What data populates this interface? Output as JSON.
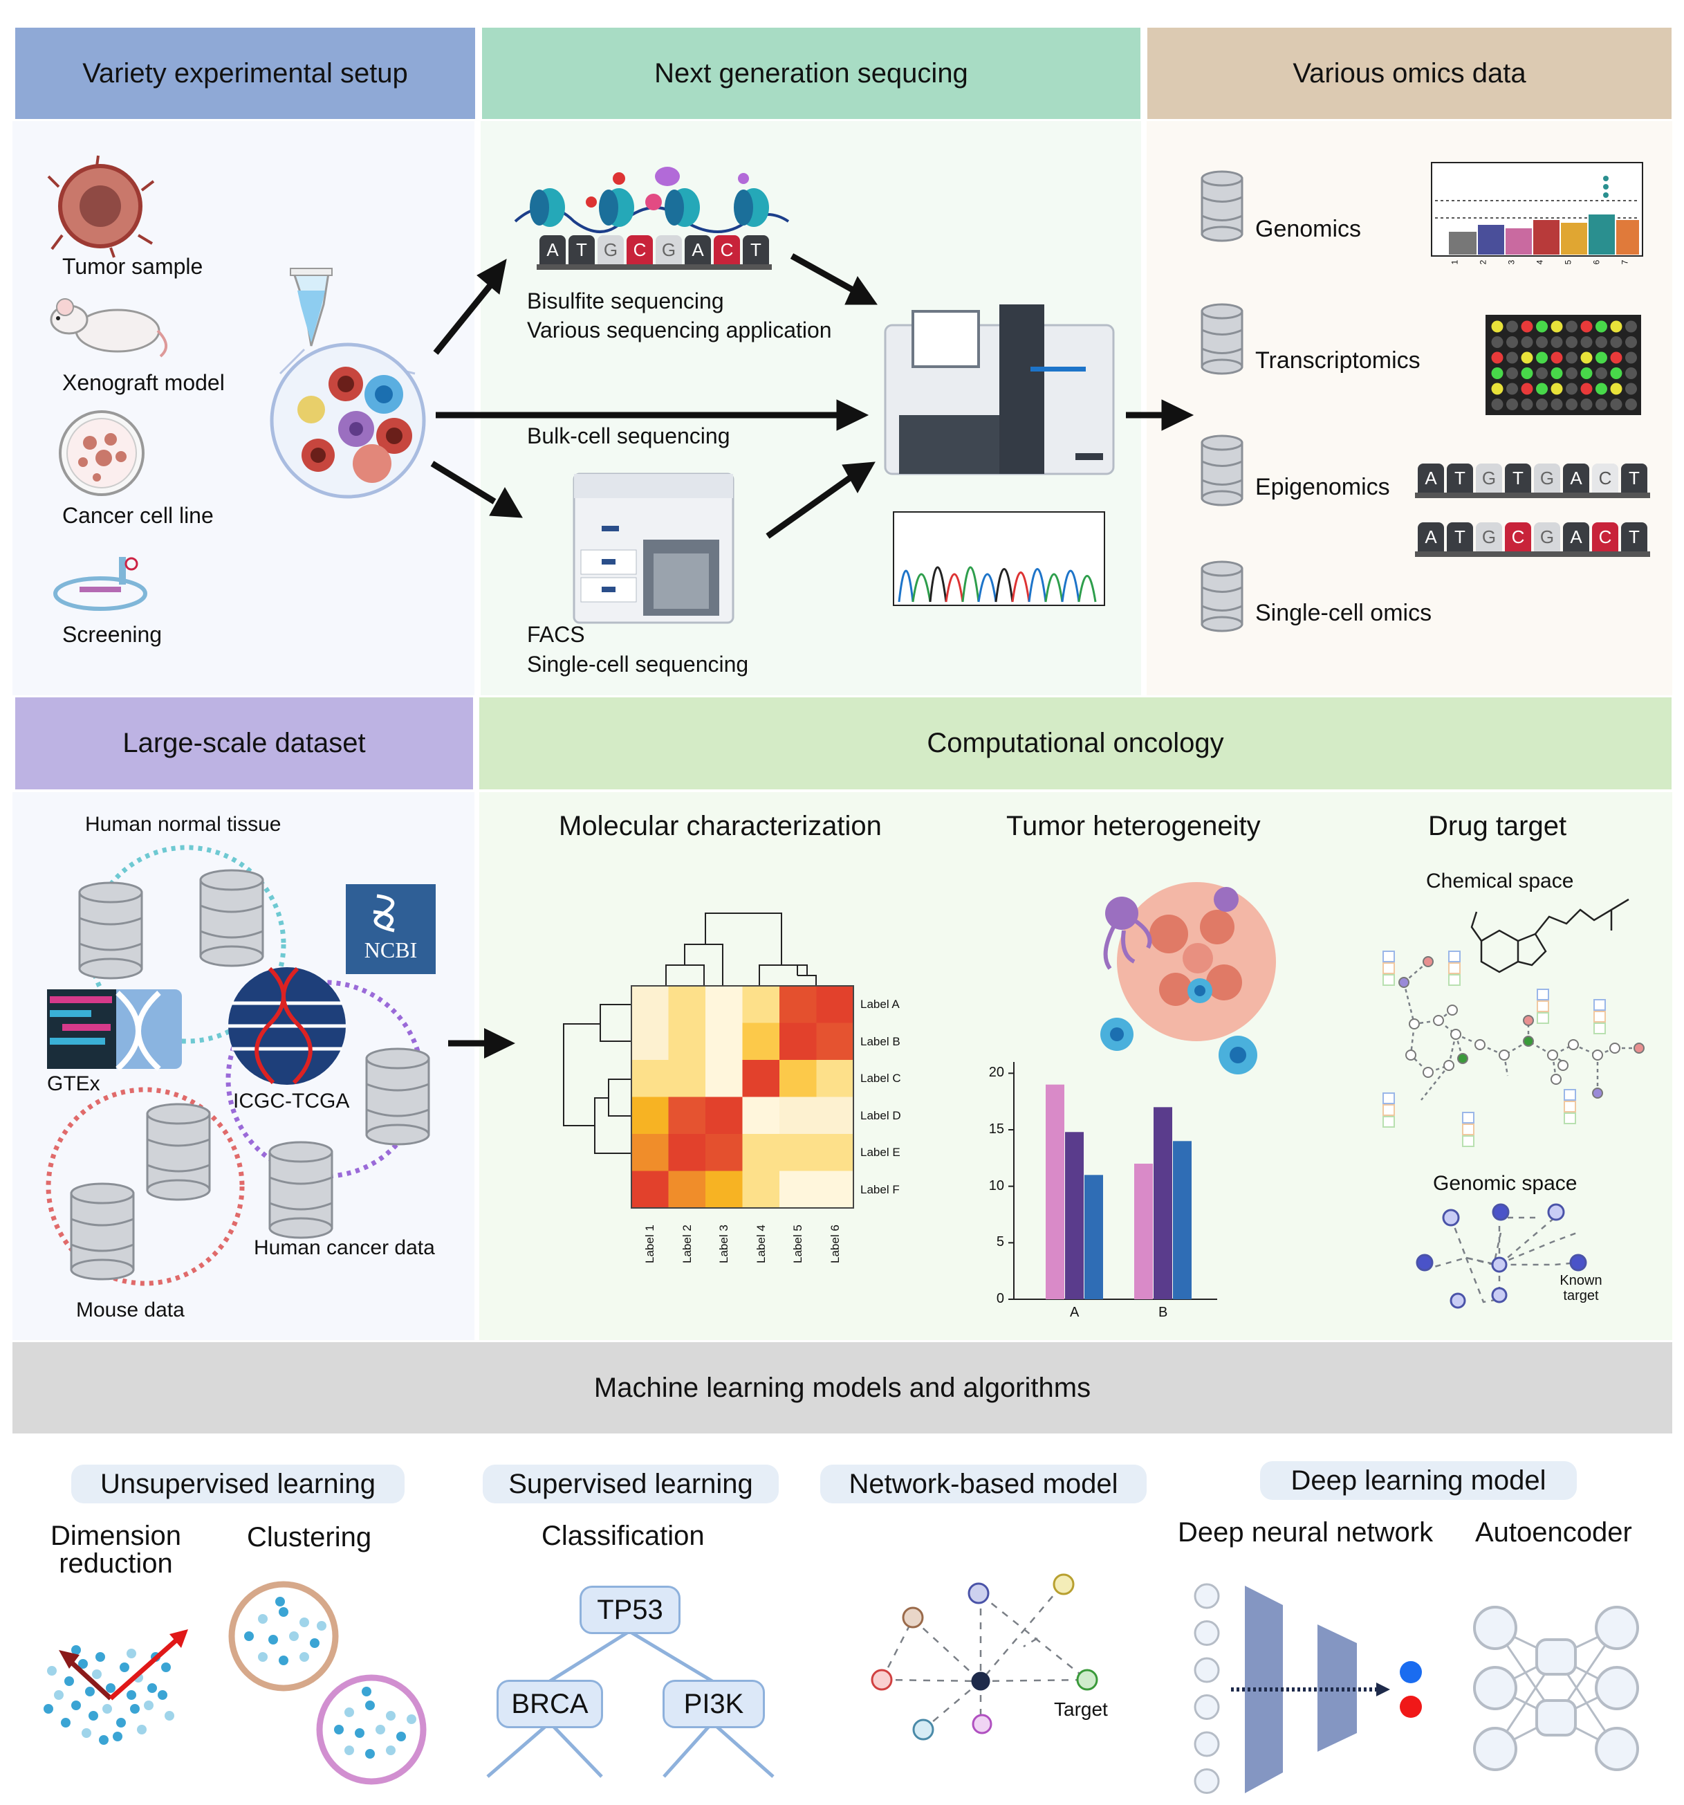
{
  "row1": {
    "headers": {
      "setup": "Variety experimental setup",
      "ngs": "Next generation sequcing",
      "omics": "Various omics data"
    },
    "setup_items": [
      "Tumor sample",
      "Xenograft model",
      "Cancer cell line",
      "Screening"
    ],
    "ngs_labels": {
      "bisulfite": "Bisulfite sequencing",
      "various": "Various sequencing application",
      "bulk": "Bulk-cell sequencing",
      "facs": "FACS",
      "single": "Single-cell sequencing"
    },
    "dna_letters": [
      "A",
      "T",
      "G",
      "C",
      "G",
      "A",
      "C",
      "T"
    ],
    "epi_letters_1": [
      "A",
      "T",
      "G",
      "T",
      "G",
      "A",
      "C",
      "T"
    ],
    "epi_letters_2": [
      "A",
      "T",
      "G",
      "C",
      "G",
      "A",
      "C",
      "T"
    ],
    "omics_items": [
      "Genomics",
      "Transcriptomics",
      "Epigenomics",
      "Single-cell omics"
    ],
    "manhattan_ticks": [
      "1",
      "2",
      "3",
      "4",
      "5",
      "6",
      "7"
    ]
  },
  "row2": {
    "headers": {
      "dataset": "Large-scale dataset",
      "oncology": "Computational oncology"
    },
    "dataset_labels": {
      "normal": "Human normal tissue",
      "ncbi": "NCBI",
      "gtex": "GTEx",
      "icgc": "ICGC-TCGA",
      "human_cancer": "Human cancer data",
      "mouse": "Mouse data"
    },
    "sections": {
      "molecular": "Molecular characterization",
      "heterogeneity": "Tumor heterogeneity",
      "drug": "Drug target"
    },
    "drug_labels": {
      "chemical": "Chemical space",
      "genomic": "Genomic space",
      "known": "Known",
      "target": "target"
    }
  },
  "heatmap": {
    "row_labels": [
      "Label A",
      "Label B",
      "Label C",
      "Label D",
      "Label E",
      "Label F"
    ],
    "col_labels": [
      "Label 1",
      "Label 2",
      "Label 3",
      "Label 4",
      "Label 5",
      "Label 6"
    ],
    "colors": [
      [
        "#fdf1d0",
        "#fde08a",
        "#fff6dc",
        "#fde08a",
        "#e4502e",
        "#e2412c"
      ],
      [
        "#fdf1d0",
        "#fde08a",
        "#fff6dc",
        "#fcc94a",
        "#e2412c",
        "#e55330"
      ],
      [
        "#fde08a",
        "#fde08a",
        "#fff6dc",
        "#e2412c",
        "#fcc94a",
        "#fde08a"
      ],
      [
        "#f7b323",
        "#e55330",
        "#e2412c",
        "#fff6dc",
        "#fdf1d0",
        "#fdf1d0"
      ],
      [
        "#f08d2a",
        "#e2412c",
        "#e4502e",
        "#fde08a",
        "#fde08a",
        "#fde08a"
      ],
      [
        "#e2412c",
        "#f08d2a",
        "#f7b323",
        "#fde08a",
        "#fff6dc",
        "#fff6dc"
      ]
    ]
  },
  "chart_data": {
    "type": "bar",
    "categories": [
      "A",
      "B"
    ],
    "series": [
      {
        "values": [
          19,
          12
        ],
        "color": "#d98ac8"
      },
      {
        "values": [
          14.8,
          17
        ],
        "color": "#5a3c8c"
      },
      {
        "values": [
          11,
          14
        ],
        "color": "#2f6db5"
      }
    ],
    "yticks": [
      "0",
      "5",
      "10",
      "15",
      "20"
    ],
    "ylim": [
      0,
      21
    ]
  },
  "row3": {
    "header": "Machine learning models and algorithms",
    "pills": {
      "unsupervised": "Unsupervised learning",
      "supervised": "Supervised learning",
      "network": "Network-based model",
      "deep": "Deep learning model"
    },
    "sub": {
      "dim_line1": "Dimension",
      "dim_line2": "reduction",
      "clustering": "Clustering",
      "classification": "Classification",
      "dnn": "Deep neural network",
      "autoencoder": "Autoencoder"
    },
    "tree": {
      "root": "TP53",
      "left": "BRCA",
      "right": "PI3K"
    },
    "network_target": "Target"
  }
}
